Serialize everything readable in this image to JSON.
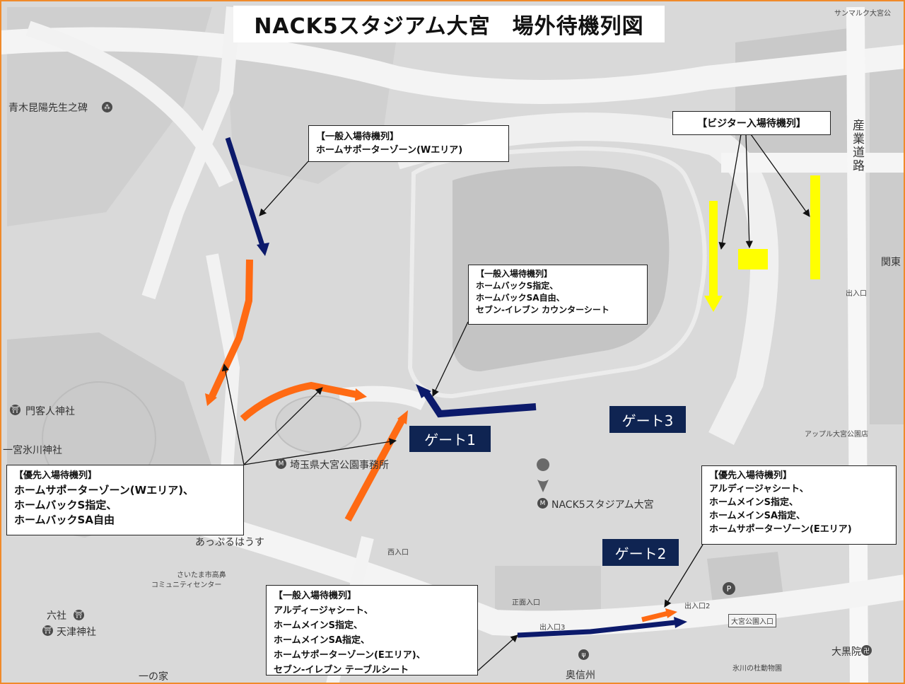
{
  "title": "NACK5スタジアム大宮　場外待機列図",
  "colors": {
    "general_line": "#0c1a6b",
    "priority_line": "#ff6a13",
    "visitor_line": "#ffff00",
    "gate_bg": "#0f2452",
    "border": "#f08a2a"
  },
  "callouts": {
    "general_w": {
      "heading": "【一般入場待機列】",
      "lines": [
        "ホームサポーターゾーン(Wエリア)"
      ]
    },
    "general_back": {
      "heading": "【一般入場待機列】",
      "lines": [
        "ホームバックS指定、",
        "ホームバックSA自由、",
        "セブン-イレブン カウンターシート"
      ]
    },
    "priority_w": {
      "heading": "【優先入場待機列】",
      "lines": [
        "ホームサポーターゾーン(Wエリア)、",
        "ホームバックS指定、",
        "ホームバックSA自由"
      ]
    },
    "visitor": {
      "heading": "【ビジター入場待機列】"
    },
    "priority_e": {
      "heading": "【優先入場待機列】",
      "lines": [
        "アルディージャシート、",
        " ホームメインS指定、",
        "ホームメインSA指定、",
        "ホームサポーターゾーン(Eエリア)"
      ]
    },
    "general_e": {
      "heading": "【一般入場待機列】",
      "lines": [
        "アルディージャシート、",
        " ホームメインS指定、",
        "ホームメインSA指定、",
        "ホームサポーターゾーン(Eエリア)、",
        "セブン-イレブン テーブルシート"
      ]
    }
  },
  "gates": {
    "gate1": "ゲート1",
    "gate2": "ゲート2",
    "gate3": "ゲート3"
  },
  "map_labels": {
    "aoki": "青木昆陽先生之碑",
    "monkyaku": "門客人神社",
    "hikawa": "一宮氷川神社",
    "office": "埼玉県大宮公園事務所",
    "stadium": "NACK5スタジアム大宮",
    "apple": "アップル大宮公園店",
    "sanmaruku": "サンマルク大宮公",
    "sangyo": "産業道路",
    "seki": "関東",
    "deiriguchi": "出入口",
    "nishi": "西入口",
    "apufuru": "あっぷるはうす",
    "community1": "さいたま市高鼻",
    "community2": "コミュニティセンター",
    "rokusha": "六社",
    "tenshin": "天津神社",
    "ichinoya": "一の家",
    "shomen": "正面入口",
    "deiri3": "出入口3",
    "deiri2": "出入口2",
    "omiyakoen": "大宮公園入口",
    "okushinshu": "奥信州",
    "daikokuin": "大黒院",
    "hikawa_zoo": "氷川の杜動物園"
  }
}
